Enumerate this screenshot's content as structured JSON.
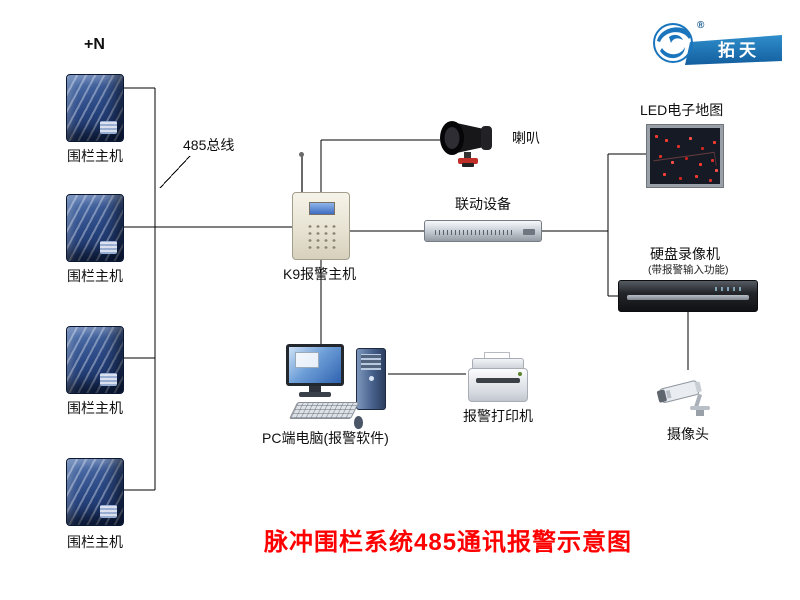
{
  "logo": {
    "brand": "拓天",
    "registered": "®"
  },
  "top_label": "+N",
  "bus_label": "485总线",
  "fence_hosts": [
    {
      "label": "围栏主机"
    },
    {
      "label": "围栏主机"
    },
    {
      "label": "围栏主机"
    },
    {
      "label": "围栏主机"
    }
  ],
  "k9_host": {
    "label": "K9报警主机"
  },
  "speaker": {
    "label": "喇叭"
  },
  "linkage_device": {
    "label": "联动设备"
  },
  "led_map": {
    "label": "LED电子地图"
  },
  "dvr": {
    "label": "硬盘录像机",
    "sublabel": "(带报警输入功能)"
  },
  "camera": {
    "label": "摄像头"
  },
  "pc": {
    "label": "PC端电脑(报警软件)"
  },
  "printer": {
    "label": "报警打印机"
  },
  "title": "脉冲围栏系统485通讯报警示意图",
  "colors": {
    "title_red": "#ff0000",
    "brand_blue": "#1b75bc",
    "line": "#000000"
  }
}
